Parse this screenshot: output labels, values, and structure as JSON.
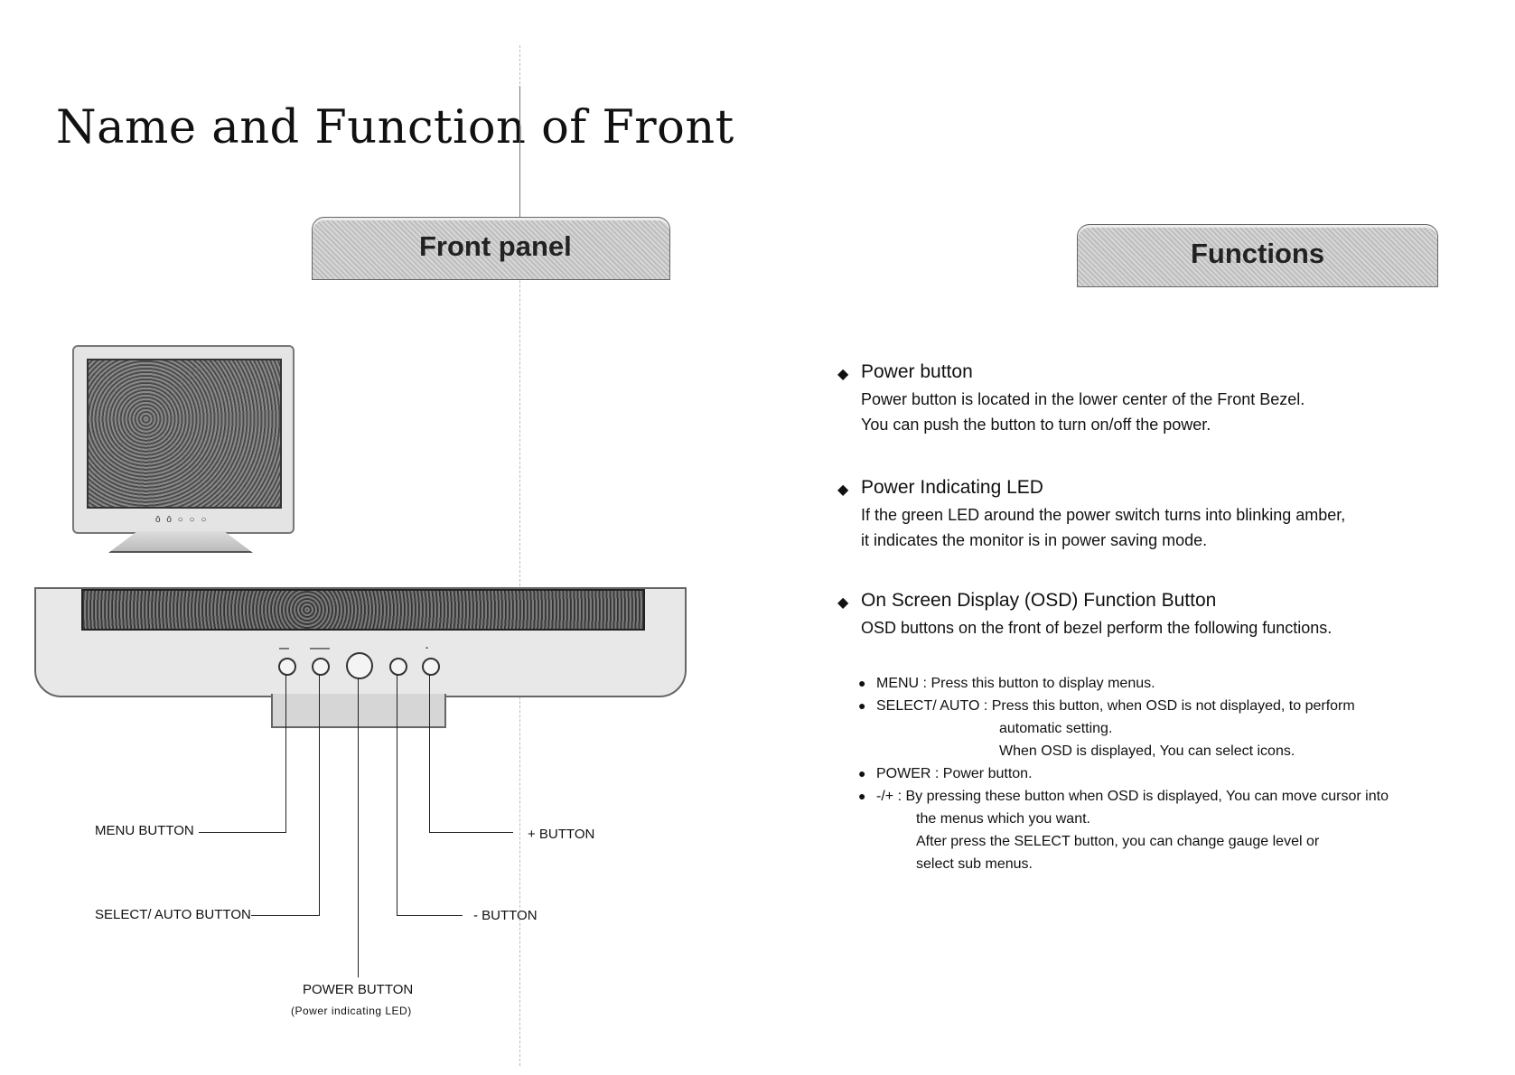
{
  "page": {
    "title": "Name and Function of  Front"
  },
  "left": {
    "section_label": "Front panel",
    "callouts": {
      "menu": "MENU BUTTON",
      "select": "SELECT/ AUTO BUTTON",
      "power": "POWER  BUTTON",
      "power_sub": "(Power indicating LED)",
      "plus": "+ BUTTON",
      "minus": "- BUTTON"
    },
    "small_monitor_buttons": "ō ō ○ ○ ○"
  },
  "right": {
    "section_label": "Functions",
    "sections": [
      {
        "heading": "Power button",
        "lines": [
          "Power button is located in the lower center of the Front Bezel.",
          "You can push the button to turn on/off the power."
        ]
      },
      {
        "heading": "Power Indicating LED",
        "lines": [
          "If the green LED around the power switch turns into blinking amber,",
          "it indicates the monitor is in power saving mode."
        ]
      },
      {
        "heading": "On Screen Display (OSD) Function Button",
        "lines": [
          "OSD buttons on the front of bezel perform the following functions."
        ]
      }
    ],
    "bullets": {
      "menu": "MENU : Press this button to display menus.",
      "select_1": "SELECT/ AUTO : Press this button, when OSD is not displayed, to perform",
      "select_2": "automatic setting.",
      "select_3": "When OSD is displayed, You can select icons.",
      "power": "POWER : Power button.",
      "minus_plus_1": "-/+ : By pressing these button when OSD is displayed, You can move cursor into",
      "minus_plus_2": "the menus which you want.",
      "minus_plus_3": "After press the SELECT button, you can change  gauge level or",
      "minus_plus_4": "select sub menus."
    },
    "diamond_icon": "◆",
    "bullet_icon": "●"
  }
}
